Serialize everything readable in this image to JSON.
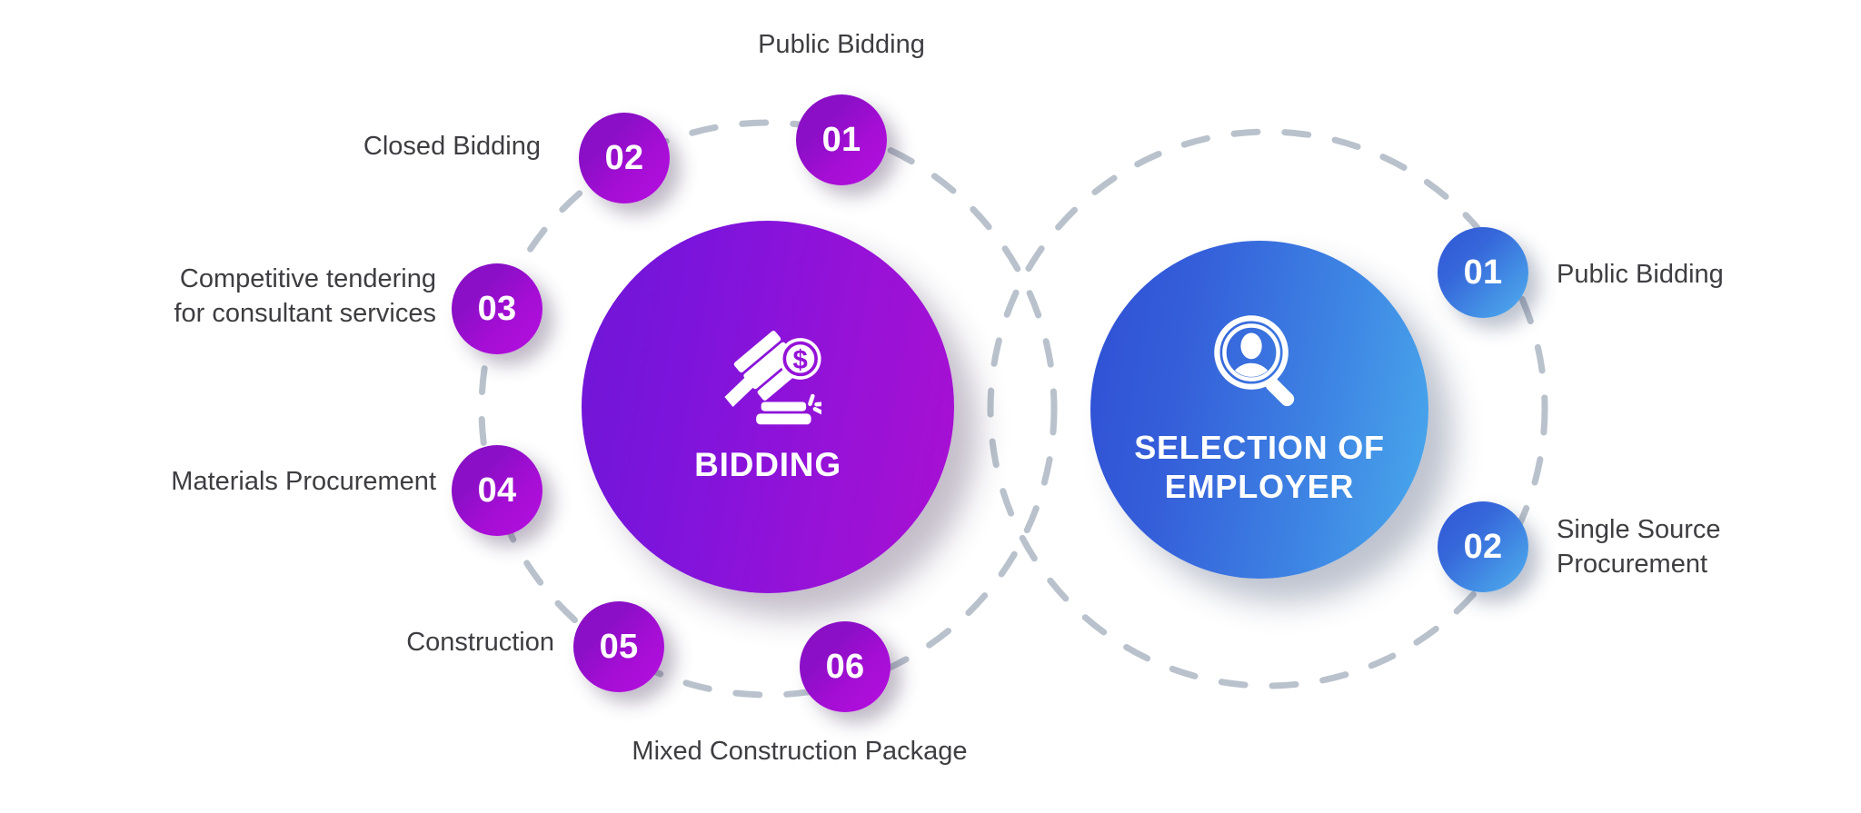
{
  "background": "#ffffff",
  "colors": {
    "purple_dark": "#6f16d6",
    "purple_light": "#a910d2",
    "badge_purple_dark": "#8b0fc4",
    "badge_purple_light": "#b60ee0",
    "blue_dark": "#2f4fd4",
    "blue_light": "#4aaaec",
    "badge_blue_dark": "#2f56d6",
    "badge_blue_light": "#51aeee",
    "label_text": "#3e3e42",
    "dashed_ring": "#b9c2cc"
  },
  "hubs": [
    {
      "id": "bidding",
      "title": "BIDDING",
      "icon": "gavel-money-icon"
    },
    {
      "id": "selection-of-employer",
      "title": "SELECTION OF\nEMPLOYER",
      "icon": "person-search-icon"
    }
  ],
  "left_group": {
    "items": [
      {
        "number": "01",
        "label": "Public Bidding"
      },
      {
        "number": "02",
        "label": "Closed Bidding"
      },
      {
        "number": "03",
        "label": "Competitive tendering\nfor consultant services"
      },
      {
        "number": "04",
        "label": "Materials Procurement"
      },
      {
        "number": "05",
        "label": "Construction"
      },
      {
        "number": "06",
        "label": "Mixed Construction Package"
      }
    ]
  },
  "right_group": {
    "items": [
      {
        "number": "01",
        "label": "Public Bidding"
      },
      {
        "number": "02",
        "label": "Single Source\nProcurement"
      }
    ]
  }
}
